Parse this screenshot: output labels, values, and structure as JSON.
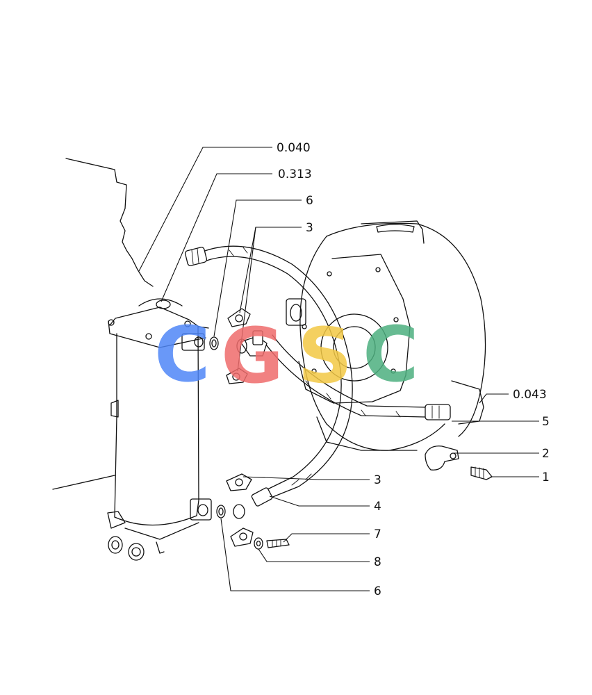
{
  "labels": {
    "assy_0040": "0.040",
    "assy_0313": "0.313",
    "assy_0043": "0.043",
    "part_1": "1",
    "part_2": "2",
    "part_3_upper": "3",
    "part_3_lower": "3",
    "part_4": "4",
    "part_5": "5",
    "part_6_upper": "6",
    "part_6_lower": "6",
    "part_7": "7",
    "part_8": "8"
  },
  "watermark": {
    "letters": "CGSC",
    "colors": {
      "c1": "#4f86f7",
      "g": "#ef6b6b",
      "s": "#f2c844",
      "c2": "#4caf7f"
    }
  }
}
